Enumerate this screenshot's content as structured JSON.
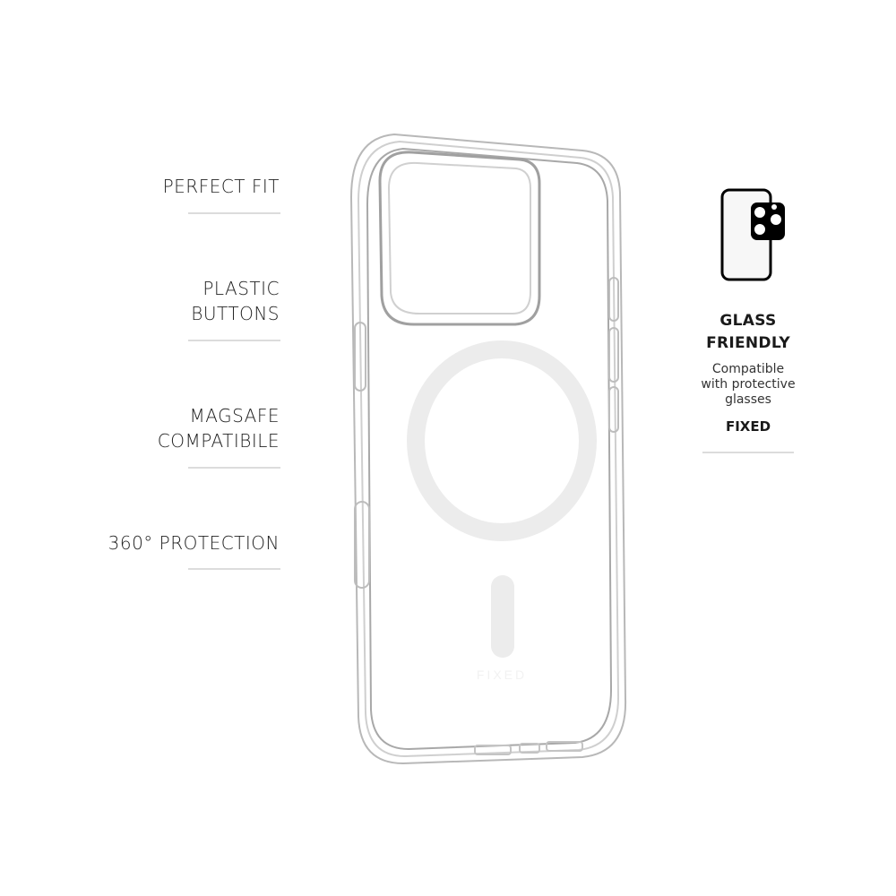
{
  "features": [
    {
      "lines": [
        "PERFECT FIT"
      ]
    },
    {
      "lines": [
        "PLASTIC",
        "BUTTONS"
      ]
    },
    {
      "lines": [
        "MAGSAFE",
        "COMPATIBILE"
      ]
    },
    {
      "lines": [
        "360° PROTECTION"
      ]
    }
  ],
  "product": {
    "icon": "clear-phone-case-with-magsafe-ring",
    "brand_watermark": "FIXED"
  },
  "glass_badge": {
    "icon": "phone-with-camera-glass-icon",
    "title_line1": "GLASS",
    "title_line2": "FRIENDLY",
    "desc_line1": "Compatible",
    "desc_line2": "with protective",
    "desc_line3": "glasses",
    "brand": "FIXED"
  },
  "colors": {
    "divider": "#dcdcdc",
    "text": "#1a1a1a",
    "magsafe_ring": "#ececec"
  }
}
